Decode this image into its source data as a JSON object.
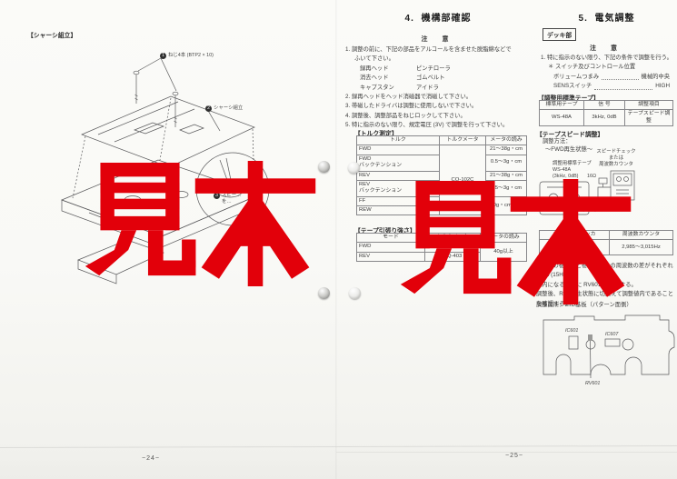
{
  "watermark": {
    "text": "見本",
    "color": "#e2000a"
  },
  "chassis": {
    "heading": "【シャーシ組立】",
    "c1n": "1",
    "c1": "ねじ4本 (BTP2 × 10)",
    "c2n": "2",
    "c2": "シャーシ組立",
    "c3n": "3",
    "c3a": "スピー…",
    "c3b": "を…",
    "page_number": "−24−"
  },
  "section4": {
    "number": "4.",
    "title": "機構部確認",
    "caution": "注  意",
    "note1a": "1.  調整の前に、下記の部品をアルコールを含ませた脱脂綿などで",
    "note1b": "ふいて下さい。",
    "parts": [
      [
        "録再ヘッド",
        "ピンチローラ"
      ],
      [
        "消去ヘッド",
        "ゴムベルト"
      ],
      [
        "キャプスタン",
        "アイドラ"
      ]
    ],
    "note2": "2.  録再ヘッドをヘッド消磁器で消磁して下さい。",
    "note3": "3.  帯磁したドライバは調整に使用しないで下さい。",
    "note4": "4.  調整後、調整部品をねじロックして下さい。",
    "note5": "5.  特に指示のない限り、規定電圧 (3V) で調整を行って下さい。",
    "torque": {
      "heading": "【トルク測定】",
      "col1": "トルク",
      "col2": "トルクメータ",
      "col3": "メータの読み",
      "meter": "CQ-102C",
      "r1m": "FWD",
      "r1v": "21〜38g・cm",
      "r2m": "FWD",
      "r2m2": "バックテンション",
      "r2v": "0.5〜3g・cm",
      "r3m": "REV",
      "r3v": "21〜38g・cm",
      "r4m": "REV",
      "r4m2": "バックテンション",
      "r4v": "0.5〜3g・cm",
      "r5m": "FF",
      "r5v": "40g・cm以上",
      "r6m": "REW"
    },
    "tension": {
      "heading": "【テープ引張り強さ】",
      "col1": "モード",
      "col2": "トルクメータ",
      "col3": "メータの読み",
      "r1m": "FWD",
      "r1meter": "CQ-403",
      "r2m": "REV",
      "r2meter": "CQ-403",
      "value": "40g以上"
    }
  },
  "section5": {
    "number": "5.",
    "title": "電気調整",
    "deck": "デッキ部",
    "caution": "注  意",
    "note1": "1.  特に指示のない限り、下記の条件で調整を行う。",
    "note2": "＊ スイッチ及びコントロール位置",
    "vol_label": "ボリュームつまみ",
    "vol_value": "機械的中央",
    "sens_label": "SENSスイッチ",
    "sens_value": "HIGH",
    "std_tape": {
      "heading": "【調整用標準テープ】",
      "col1": "標準用テープ",
      "col2": "信  号",
      "col3": "調整項目",
      "r1": "WS-48A",
      "r2": "3kHz, 0dB",
      "r3": "テープスピード調整"
    },
    "speed": {
      "heading": "【テープスピード調整】",
      "method": "調整方法：",
      "state": "〜FWD再生状態〜",
      "meter_label1": "スピードチェック",
      "meter_label2": "または",
      "meter_label3": "周波数カウンタ",
      "tape_label1": "調整用標準テープ",
      "tape_label2": "WS-48A",
      "tape_label3": "(3kHz, 0dB)",
      "resistor": "16Ω",
      "jack_label1": "ヘッドホンジャック",
      "jack_label2": "(J402)",
      "tbl_col1": "スピードチェッカ",
      "tbl_col2": "周波数カウンタ",
      "tbl_v1": "3,000Hz±0.5%",
      "tbl_v2": "2,985〜3,015Hz",
      "body1": "テープの巻始めと巻終わりとの周波数の差がそれぞれ0.5% (15Hz)",
      "body2": "以内になるように RV601 を調整する。",
      "body3": "調整後、REV再生状態に切換えて調整値内であることを確認する。",
      "location": "調整箇所：MID基板（パターン面側）",
      "ic1": "IC601",
      "ic2": "IC607",
      "rv": "RV601"
    },
    "page_number": "−25−"
  }
}
